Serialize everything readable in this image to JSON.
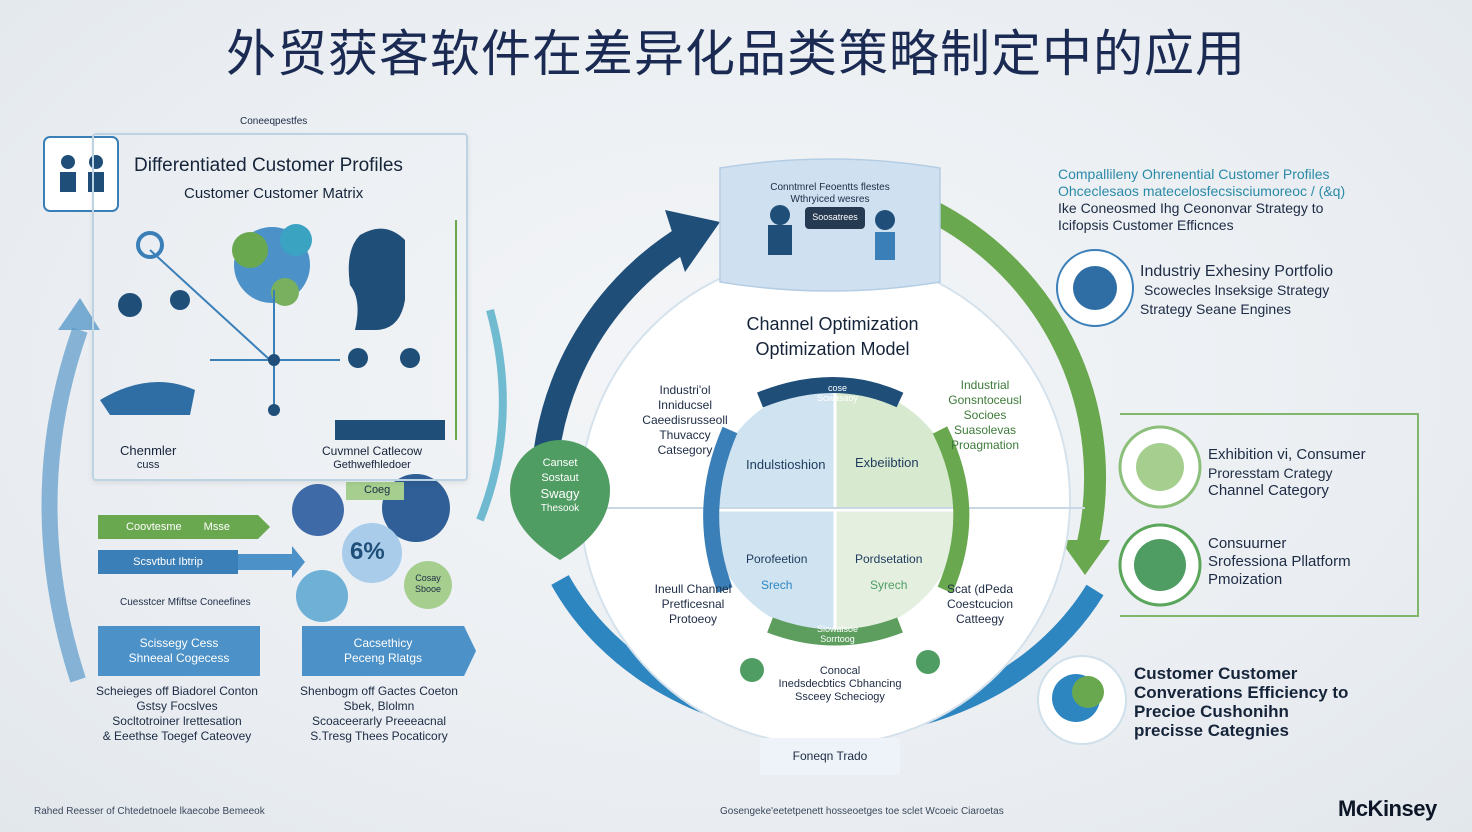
{
  "title": "外贸获客软件在差异化品类策略制定中的应用",
  "colors": {
    "navy": "#1f4e79",
    "blue": "#3b7fb8",
    "teal": "#3ba3c2",
    "green": "#6aa84f",
    "light_green": "#9cc87e",
    "light_blue": "#bdd7ea"
  },
  "left_panel": {
    "top_label": "Coneeqpestfes",
    "heading": "Differentiated Customer Profiles",
    "subheading": "Customer Customer Matrix",
    "bottom_left": [
      "Chenmler",
      "cuss"
    ],
    "bottom_right": [
      "Cuvmnel Catlecow",
      "Gethwefhledoer"
    ]
  },
  "left_lower": {
    "bar1": [
      "Coovtesme",
      "Msse"
    ],
    "bar2": "Scsvtbut Ibtrip",
    "caption": "Cuesstcer Mfiftse Coneefines",
    "circle_label": "Coeg",
    "center_value": "6%",
    "small_circle": [
      "Cosay",
      "Sbooe"
    ],
    "box_left": [
      "Scissegy Cess",
      "Shneeal Cogecess"
    ],
    "box_right": [
      "Cacsethicy",
      "Peceng Rlatgs"
    ],
    "desc_left": [
      "Scheieges off Biadorel Conton",
      "Gstsy Focslves",
      "Socltotroiner lrettesation",
      "& Eeethse Toegef Cateovey"
    ],
    "desc_right": [
      "Shenbogm off Gactes Coeton",
      "Sbek, Blolmn",
      "Scoaceerarly Preeeacnal",
      "S.Tresg Thees Pocaticory"
    ]
  },
  "center": {
    "top_box": [
      "Conntmrel Feoentts flestes",
      "Wthryiced wesres"
    ],
    "top_bubble": "Soosatrees",
    "left_badge": [
      "Canset",
      "Sostaut",
      "Swagy",
      "Thesook"
    ],
    "heading": [
      "Channel Optimization",
      "Optimization Model"
    ],
    "quad_tl": "Indulstioshion",
    "quad_tr": "Exbeiibtion",
    "quad_bl": "Porofeetion",
    "quad_bl_sub": "Srech",
    "quad_br": "Pordsetation",
    "quad_br_sub": "Syrech",
    "arrow_top": [
      "cose",
      "Scwasaoy"
    ],
    "arrow_bottom": [
      "Slowalsoe",
      "Sorrtoog"
    ],
    "label_tl": [
      "Industri'ol",
      "Inniducsel",
      "Caeedisrusseoll",
      "Thuvaccy",
      "Catsegory"
    ],
    "label_tr": [
      "Industrial",
      "Gonsntoceusl",
      "Socioes",
      "Suasolevas",
      "Proagmation"
    ],
    "label_bl": [
      "Ineull Channel",
      "Pretficesnal",
      "Protoeoy"
    ],
    "label_br": [
      "Scat (dPeda",
      "Coestcucion",
      "Catteegy"
    ],
    "bottom_text": [
      "Conocal",
      "Inedsdecbtics Cbhancing",
      "Ssceey Scheciogy"
    ],
    "foot_label": "Foneqn Trado"
  },
  "right_panel": {
    "top_lines": [
      "Compallileny Ohrenential Customer Profiles",
      "Ohceclesaos matecelosfecsisciumoreoc / (&q)",
      "Ike Coneosmed Ihg Ceononvar Strategy to",
      "Icifopsis Customer Efficnces"
    ],
    "item1": [
      "Industriy Exhesiny Portfolio",
      "Scowecles lnseksige Strategy",
      "Strategy Seane Engines"
    ],
    "item2": [
      "Exhibition vi, Consumer",
      "Proresstam Crategy",
      "Channel Category"
    ],
    "item3": [
      "Consuurner",
      "Srofessiona Pllatform",
      "Pmoization"
    ],
    "item4": [
      "Customer Customer",
      "Converations Efficiency to",
      "Precioe Cushonihn",
      "precisse Categnies"
    ]
  },
  "footer": {
    "left": "Rahed Reesser of Chtedetnoele lkaecobe Bemeeok",
    "center": "Gosengeke'eetetpenett hosseoetges toe sclet Wcoeic Ciaroetas",
    "brand": "McKinsey"
  }
}
